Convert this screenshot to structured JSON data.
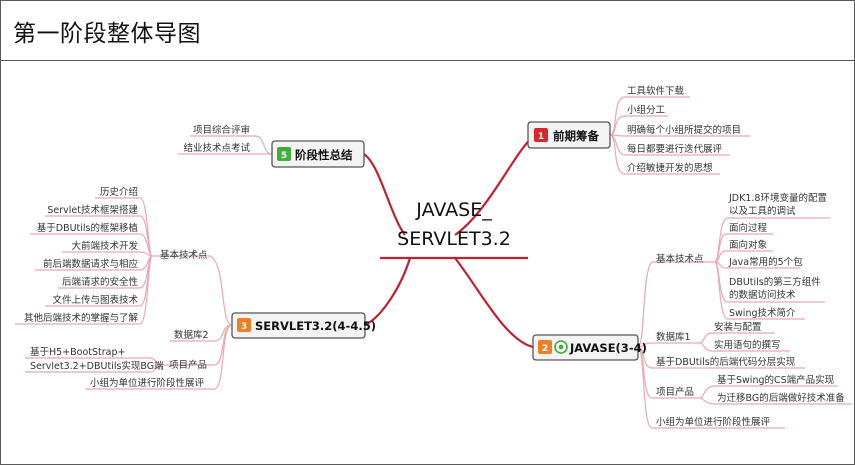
{
  "header": {
    "title": "第一阶段整体导图"
  },
  "center": {
    "line1": "JAVASE_",
    "line2": "SERVLET3.2"
  },
  "colors": {
    "branch": "#c0212f",
    "sub": "#e8a9ae",
    "badge_red": "#d9272e",
    "badge_orange": "#ee7f23",
    "badge_green": "#3fae3a",
    "topic_fill": "#f3f3f3",
    "frame": "#5a5a5a"
  },
  "topics": {
    "t1": {
      "num": "1",
      "label": "前期筹备",
      "items": [
        "工具软件下载",
        "小组分工",
        "明确每个小组所提交的项目",
        "每日都要进行迭代展评",
        "介绍敏捷开发的思想"
      ]
    },
    "t2": {
      "num": "2",
      "icon": "target-icon",
      "label": "JAVASE(3-4)",
      "basic": {
        "label": "基本技术点",
        "items": [
          "JDK1.8环境变量的配置",
          "以及工具的调试",
          "面向过程",
          "面向对象",
          "Java常用的5个包",
          "DBUtils的第三方组件",
          "的数据访问技术",
          "Swing技术简介"
        ]
      },
      "db": {
        "label": "数据库1",
        "items": [
          "安装与配置",
          "实用语句的撰写"
        ]
      },
      "layer": "基于DBUtils的后端代码分层实现",
      "project": {
        "label": "项目产品",
        "items": [
          "基于Swing的CS端产品实现",
          "为迁移BG的后端做好技术准备"
        ]
      },
      "showcase": "小组为单位进行阶段性展评"
    },
    "t3": {
      "num": "3",
      "label": "SERVLET3.2(4-4.5)",
      "basic": {
        "label": "基本技术点",
        "items": [
          "历史介绍",
          "Servlet技术框架搭建",
          "基于DBUtils的框架移植",
          "大前端技术开发",
          "前后端数据请求与相应",
          "后端请求的安全性",
          "文件上传与图表技术",
          "其他后端技术的掌握与了解"
        ]
      },
      "db": "数据库2",
      "project": {
        "label": "项目产品",
        "items": [
          "基于H5+BootStrap+",
          "Servlet3.2+DBUtils实现BG端"
        ]
      },
      "showcase": "小组为单位进行阶段性展评"
    },
    "t5": {
      "num": "5",
      "label": "阶段性总结",
      "items": [
        "项目综合评审",
        "结业技术点考试"
      ]
    }
  }
}
